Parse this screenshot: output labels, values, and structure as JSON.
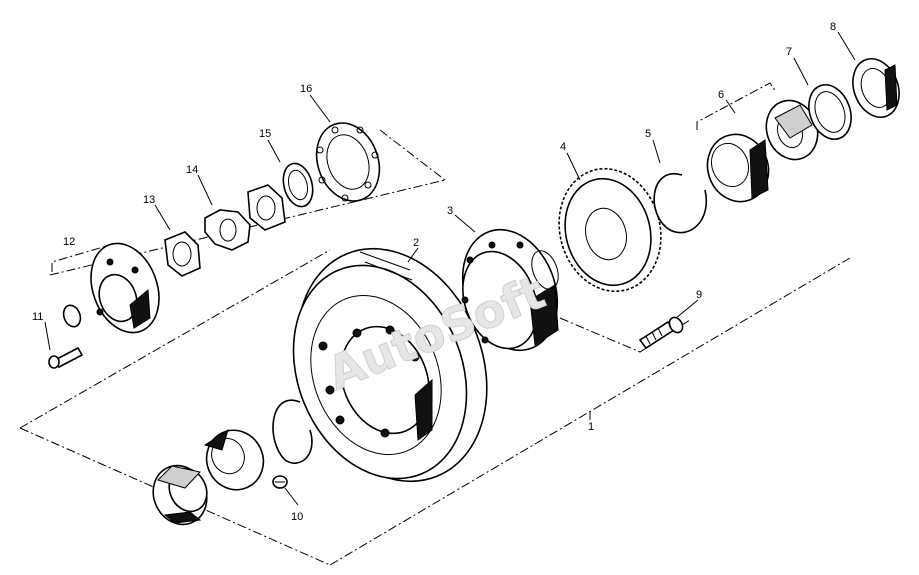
{
  "watermark": "AutoSoft",
  "callouts": [
    "1",
    "2",
    "3",
    "4",
    "5",
    "6",
    "7",
    "8",
    "9",
    "10",
    "11",
    "12",
    "13",
    "14",
    "15",
    "16"
  ]
}
